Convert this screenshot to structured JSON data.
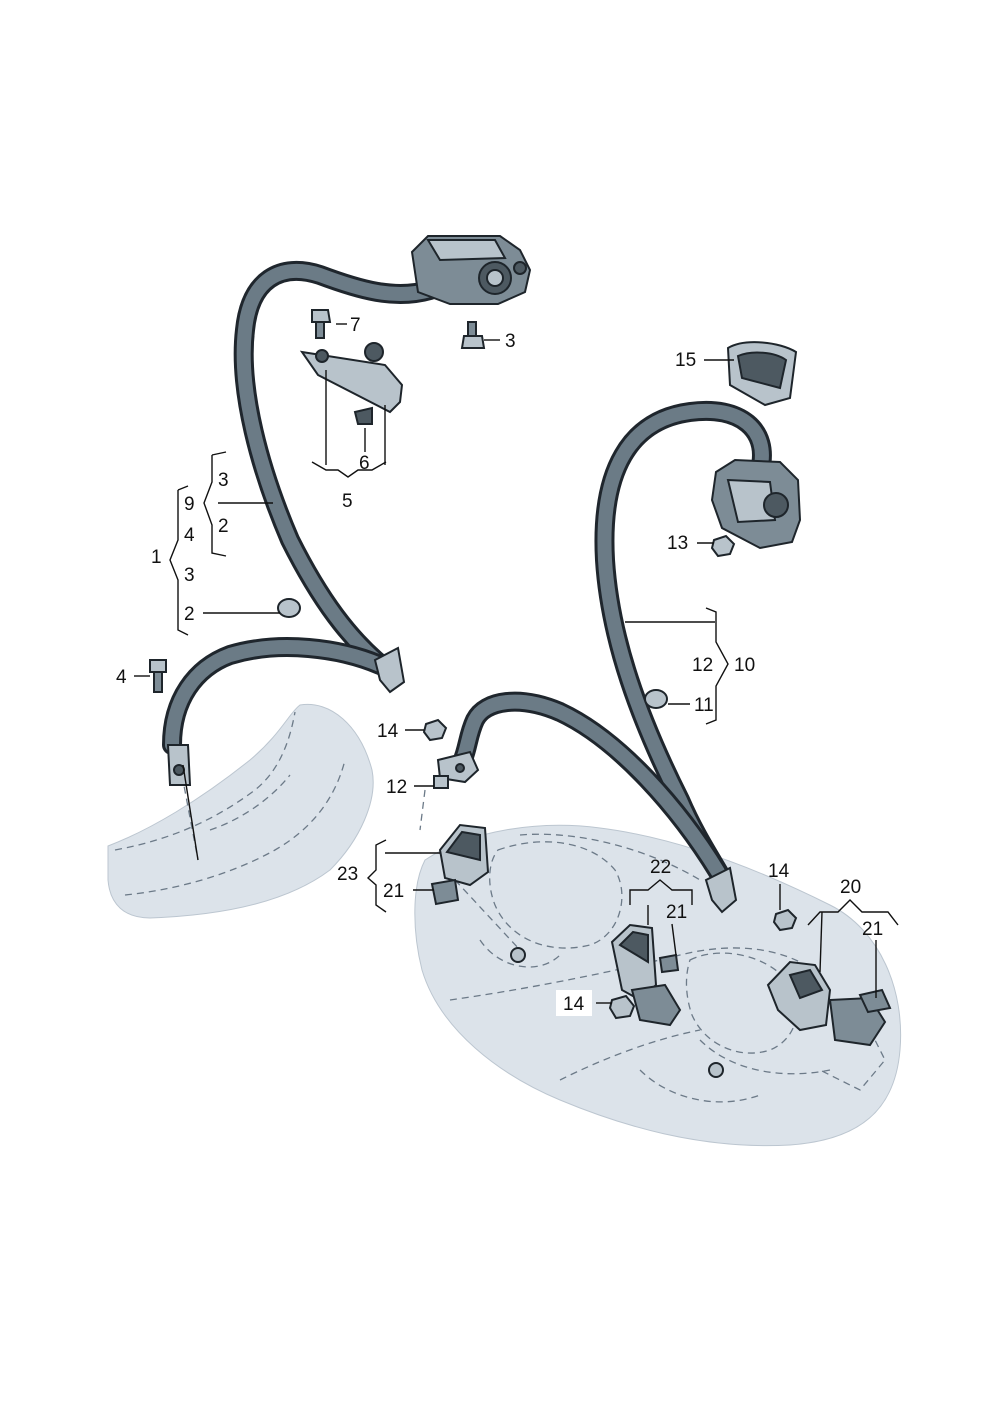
{
  "labels": {
    "l1": "1",
    "l2a": "2",
    "l2b": "2",
    "l3a": "3",
    "l3b": "3",
    "l3c": "3",
    "l4a": "4",
    "l4b": "4",
    "l5": "5",
    "l6": "6",
    "l7": "7",
    "l9": "9",
    "l10": "10",
    "l11": "11",
    "l12a": "12",
    "l12b": "12",
    "l13": "13",
    "l14a": "14",
    "l14b": "14",
    "l14c": "14",
    "l15": "15",
    "l20": "20",
    "l21a": "21",
    "l21b": "21",
    "l21c": "21",
    "l22": "22",
    "l23": "23"
  }
}
